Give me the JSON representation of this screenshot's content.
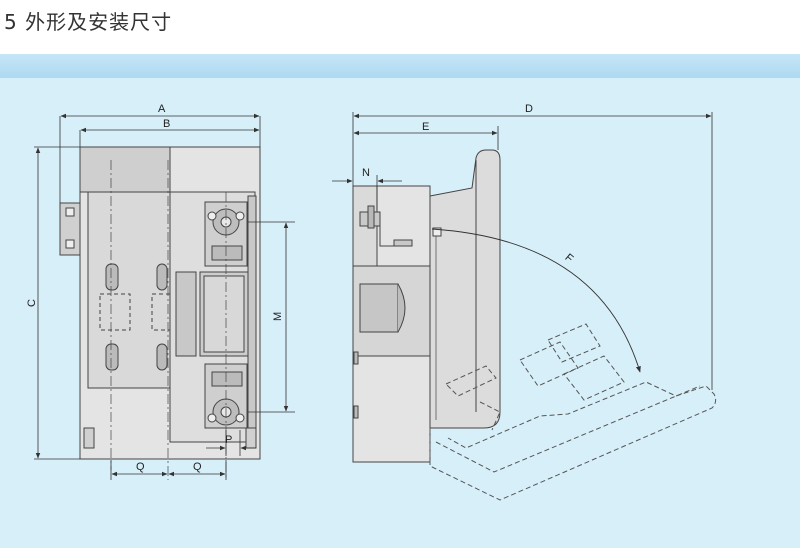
{
  "section": {
    "title": "5 外形及安装尺寸"
  },
  "colors": {
    "panel": "#d7eff9",
    "band": "#b9e0f4",
    "line": "#333333",
    "body": "#e2e2e2",
    "body_dark": "#c4c4c4"
  },
  "labels": {
    "A": "A",
    "B": "B",
    "C": "C",
    "M": "M",
    "P": "P",
    "Q1": "Q",
    "Q2": "Q",
    "D": "D",
    "E": "E",
    "N": "N",
    "F": "F"
  }
}
